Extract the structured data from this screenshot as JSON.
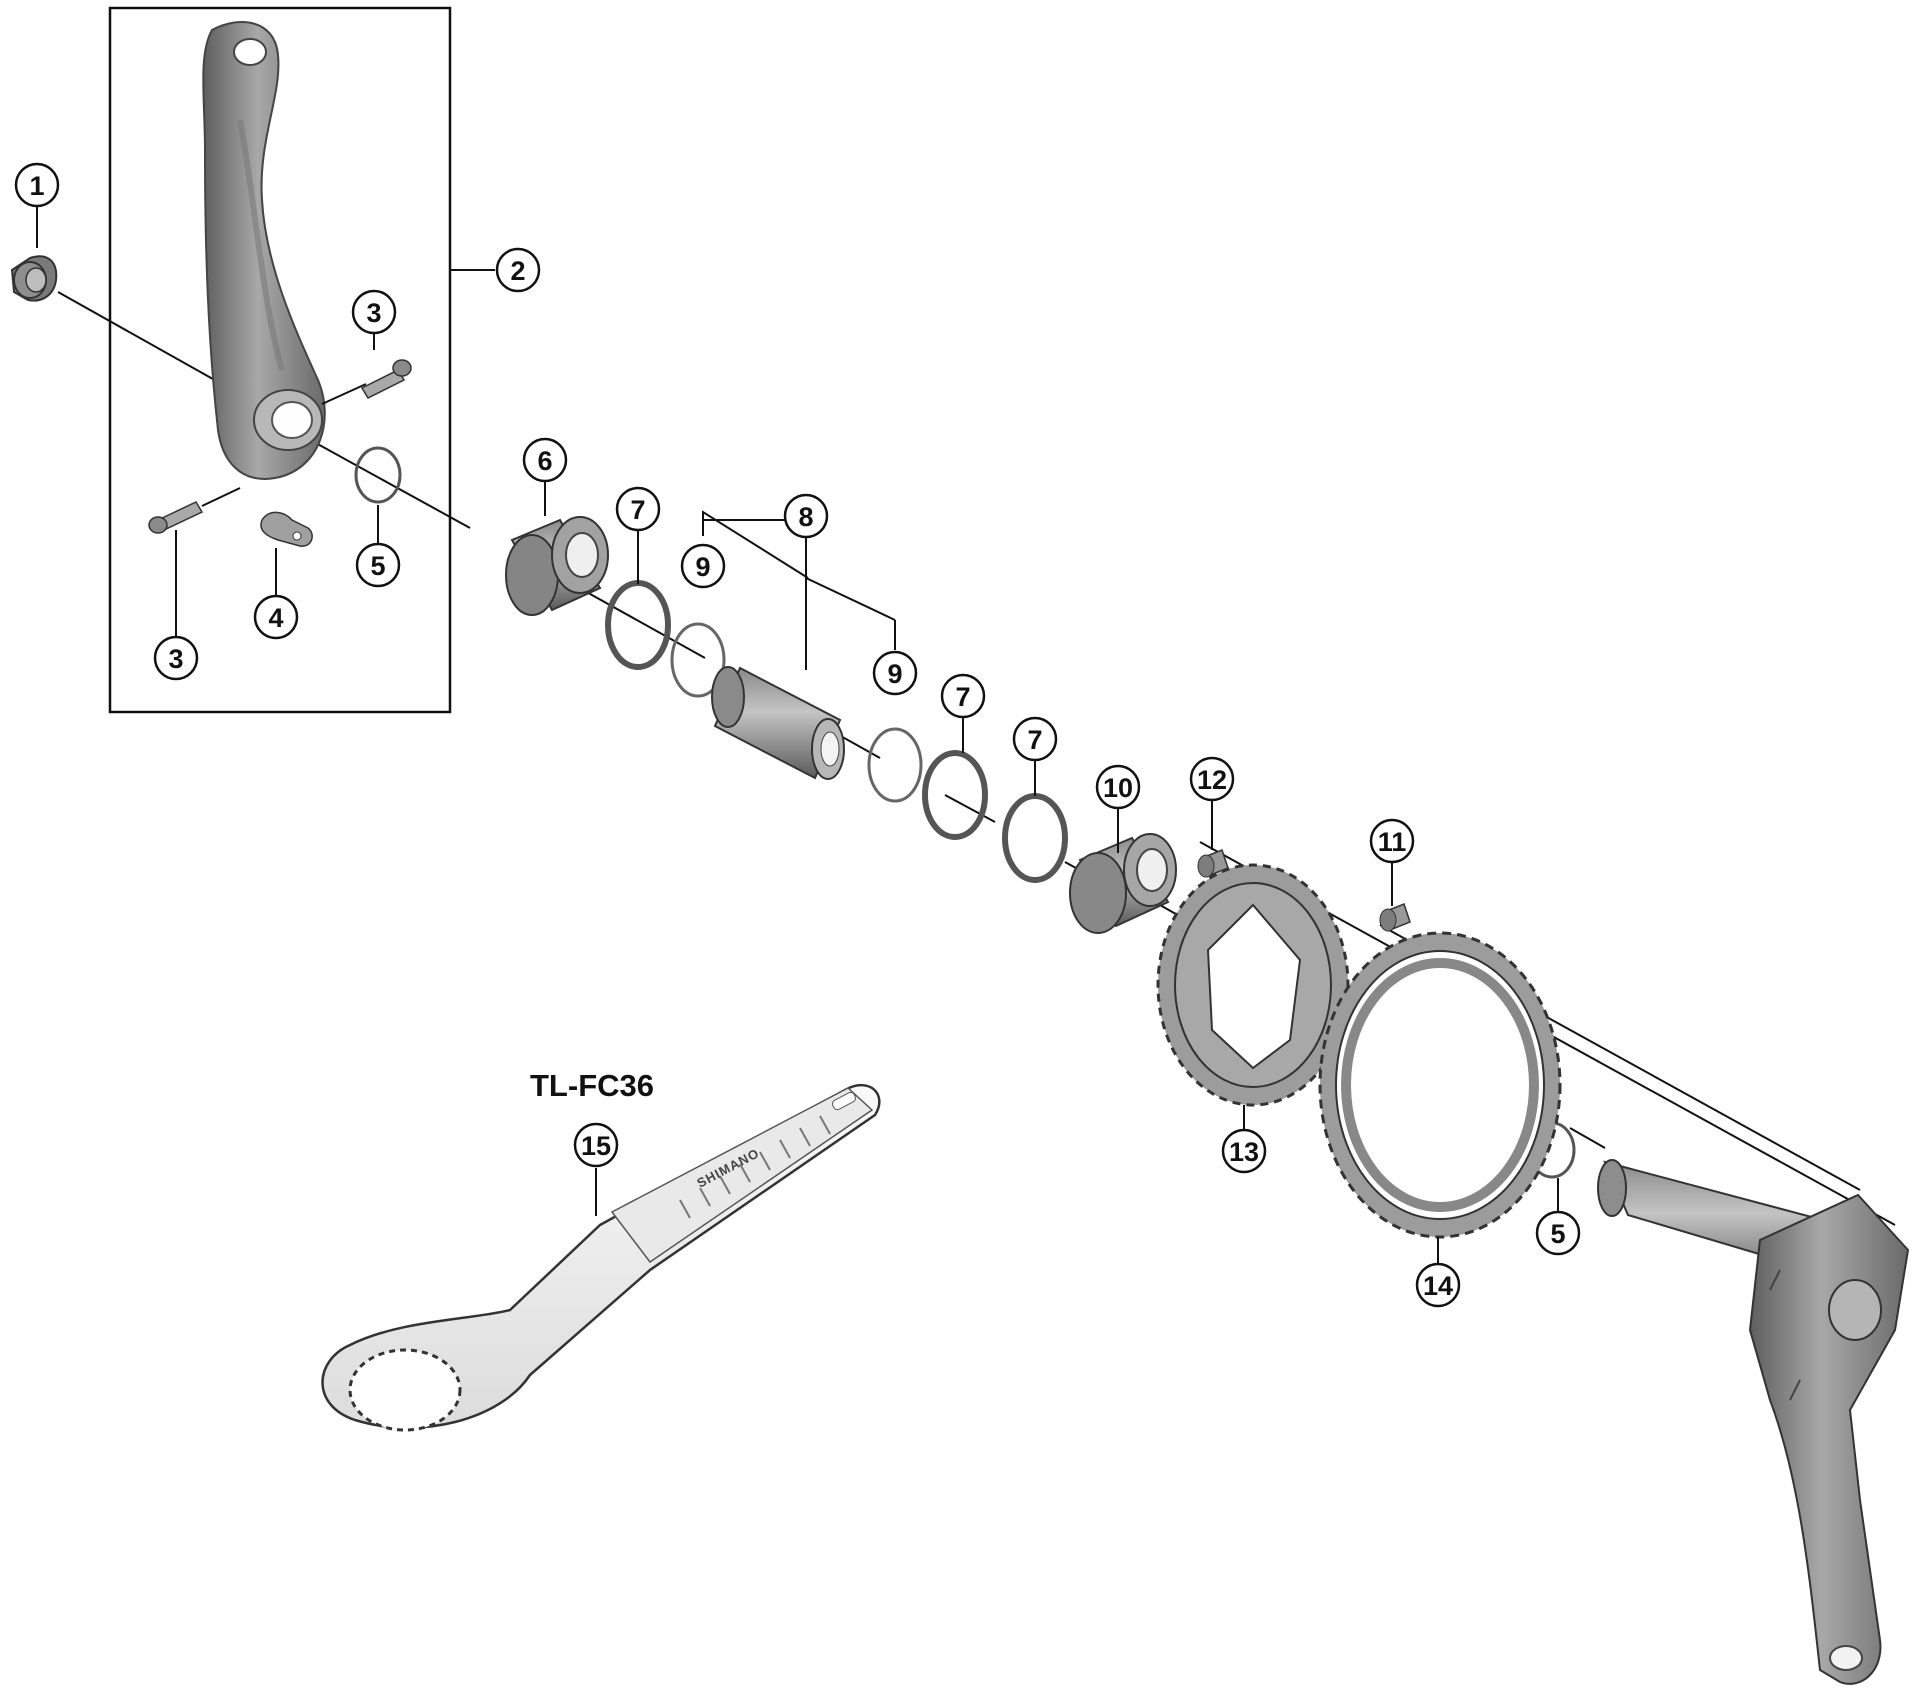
{
  "tool_label": "TL-FC36",
  "wrench_brand_text": "SHIMANO",
  "callouts": [
    {
      "id": "c1",
      "number": "1"
    },
    {
      "id": "c2",
      "number": "2"
    },
    {
      "id": "c3a",
      "number": "3"
    },
    {
      "id": "c3b",
      "number": "3"
    },
    {
      "id": "c4",
      "number": "4"
    },
    {
      "id": "c5a",
      "number": "5"
    },
    {
      "id": "c6",
      "number": "6"
    },
    {
      "id": "c7a",
      "number": "7"
    },
    {
      "id": "c8",
      "number": "8"
    },
    {
      "id": "c9a",
      "number": "9"
    },
    {
      "id": "c9b",
      "number": "9"
    },
    {
      "id": "c7b",
      "number": "7"
    },
    {
      "id": "c7c",
      "number": "7"
    },
    {
      "id": "c10",
      "number": "10"
    },
    {
      "id": "c12",
      "number": "12"
    },
    {
      "id": "c11",
      "number": "11"
    },
    {
      "id": "c13",
      "number": "13"
    },
    {
      "id": "c5b",
      "number": "5"
    },
    {
      "id": "c14",
      "number": "14"
    },
    {
      "id": "c15",
      "number": "15"
    }
  ],
  "colors": {
    "line": "#111111",
    "part_dark": "#6e6e6e",
    "part_mid": "#9a9a9a",
    "part_light": "#c8c8c8",
    "background": "#ffffff"
  }
}
